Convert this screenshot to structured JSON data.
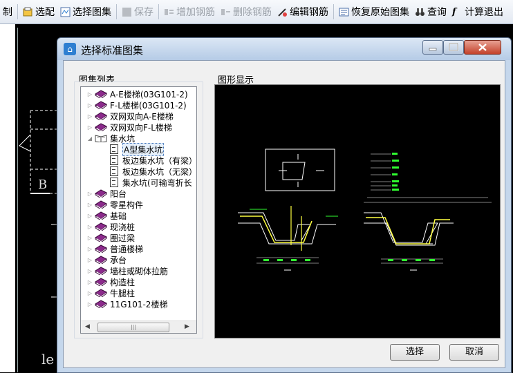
{
  "toolbar": {
    "items": [
      {
        "label": "制",
        "disabled": false
      },
      {
        "label": "选配",
        "disabled": false
      },
      {
        "label": "选择图集",
        "disabled": false
      },
      {
        "label": "保存",
        "disabled": true
      },
      {
        "label": "增加钢筋",
        "disabled": true
      },
      {
        "label": "删除钢筋",
        "disabled": true
      },
      {
        "label": "编辑钢筋",
        "disabled": false
      },
      {
        "label": "恢复原始图集",
        "disabled": false
      },
      {
        "label": "查询",
        "disabled": false
      },
      {
        "label": "计算退出",
        "disabled": false
      }
    ]
  },
  "background": {
    "label_b": "B",
    "label_le": "le"
  },
  "dialog": {
    "title": "选择标准图集",
    "list_label": "图集列表",
    "preview_label": "图形显示",
    "tree": [
      {
        "label": "A-E楼梯(03G101-2)",
        "type": "book"
      },
      {
        "label": "F-L楼梯(03G101-2)",
        "type": "book"
      },
      {
        "label": "双网双向A-E楼梯",
        "type": "book"
      },
      {
        "label": "双网双向F-L楼梯",
        "type": "book"
      },
      {
        "label": "集水坑",
        "type": "openbook"
      },
      {
        "label": "A型集水坑",
        "type": "doc",
        "selected": true
      },
      {
        "label": "板边集水坑（有梁）",
        "type": "doc"
      },
      {
        "label": "板边集水坑（无梁）",
        "type": "doc"
      },
      {
        "label": "集水坑(可输弯折长",
        "type": "doc"
      },
      {
        "label": "阳台",
        "type": "book"
      },
      {
        "label": "零星构件",
        "type": "book"
      },
      {
        "label": "基础",
        "type": "book"
      },
      {
        "label": "现浇桩",
        "type": "book"
      },
      {
        "label": "圈过梁",
        "type": "book"
      },
      {
        "label": "普通楼梯",
        "type": "book"
      },
      {
        "label": "承台",
        "type": "book"
      },
      {
        "label": "墙柱或砌体拉筋",
        "type": "book"
      },
      {
        "label": "构造柱",
        "type": "book"
      },
      {
        "label": "牛腿柱",
        "type": "book"
      },
      {
        "label": "11G101-2楼梯",
        "type": "book"
      }
    ],
    "buttons": {
      "select": "选择",
      "cancel": "取消"
    }
  },
  "colors": {
    "book": "#8b2a8b",
    "accent": "#2f7fd1",
    "cad_green": "#30ff30",
    "cad_yellow": "#ffff40"
  }
}
